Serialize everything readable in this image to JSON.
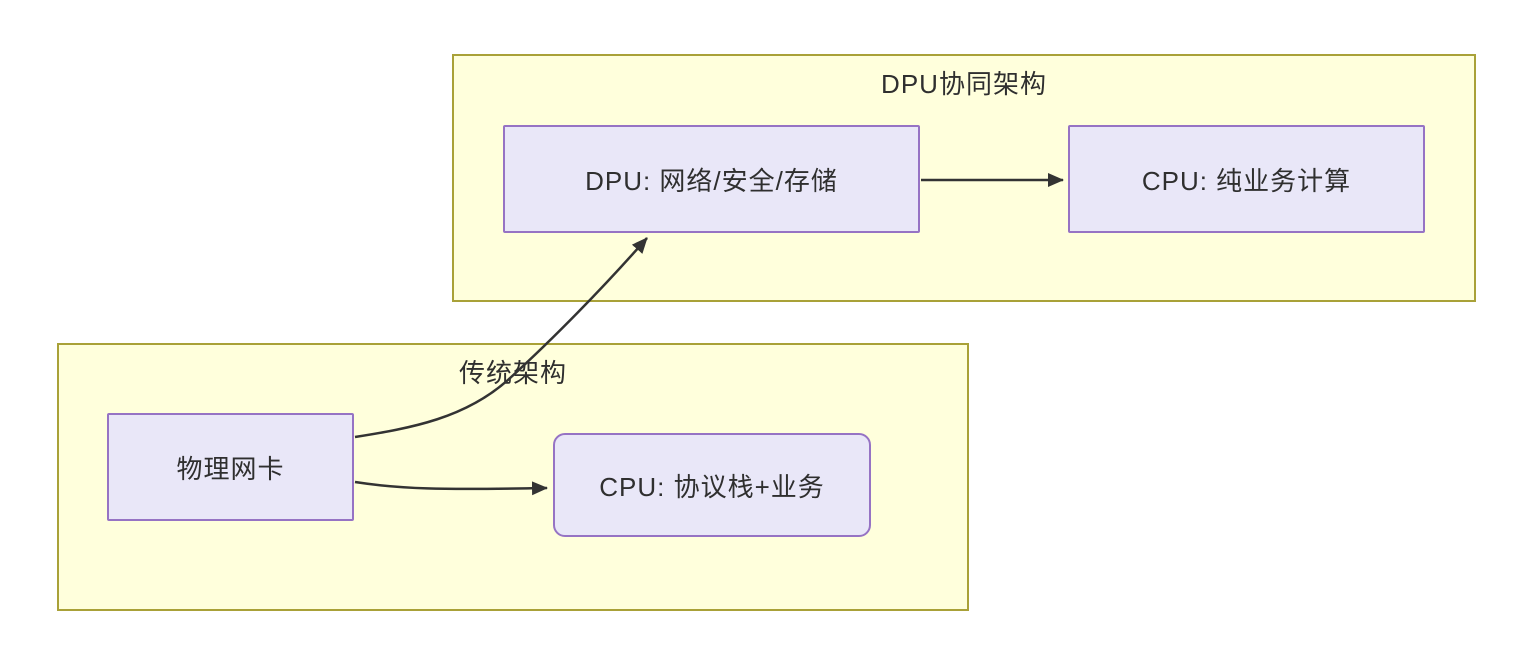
{
  "diagram": {
    "groups": [
      {
        "id": "dpu-arch",
        "title": "DPU协同架构",
        "nodes": [
          {
            "id": "dpu",
            "label": "DPU: 网络/安全/存储"
          },
          {
            "id": "cpu-pure",
            "label": "CPU: 纯业务计算"
          }
        ]
      },
      {
        "id": "traditional-arch",
        "title": "传统架构",
        "nodes": [
          {
            "id": "nic",
            "label": "物理网卡"
          },
          {
            "id": "cpu-stack",
            "label": "CPU: 协议栈+业务"
          }
        ]
      }
    ],
    "edges": [
      {
        "from": "nic",
        "to": "dpu"
      },
      {
        "from": "nic",
        "to": "cpu-stack"
      },
      {
        "from": "dpu",
        "to": "cpu-pure"
      }
    ],
    "colors": {
      "group_fill": "#FFFFDC",
      "group_border": "#A9A138",
      "node_fill": "#E9E7F8",
      "node_border": "#9673C4",
      "arrow": "#333333",
      "text": "#2F2F2F",
      "background": "#FFFFFF"
    }
  }
}
